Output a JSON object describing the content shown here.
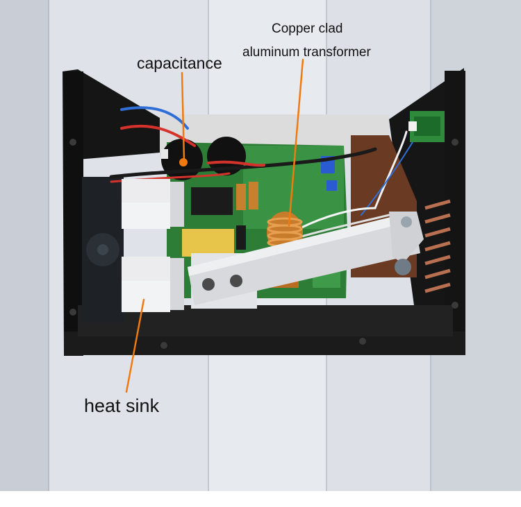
{
  "callouts": {
    "capacitance": "capacitance",
    "transformer_line1": "Copper clad",
    "transformer_line2": "aluminum transformer",
    "heat_sink": "heat sink"
  },
  "colors": {
    "callout_line": "#f07a10",
    "capacitor_marker": "#f07a10",
    "enclosure": "#1c1c1c",
    "pcb": "#2f8a3c",
    "heat_sink": "#e9eaec",
    "background_wall": "#d9dde3"
  },
  "icons": [
    "capacitor-icon",
    "transformer-coil-icon",
    "heat-sink-icon",
    "cooling-fan-icon"
  ]
}
